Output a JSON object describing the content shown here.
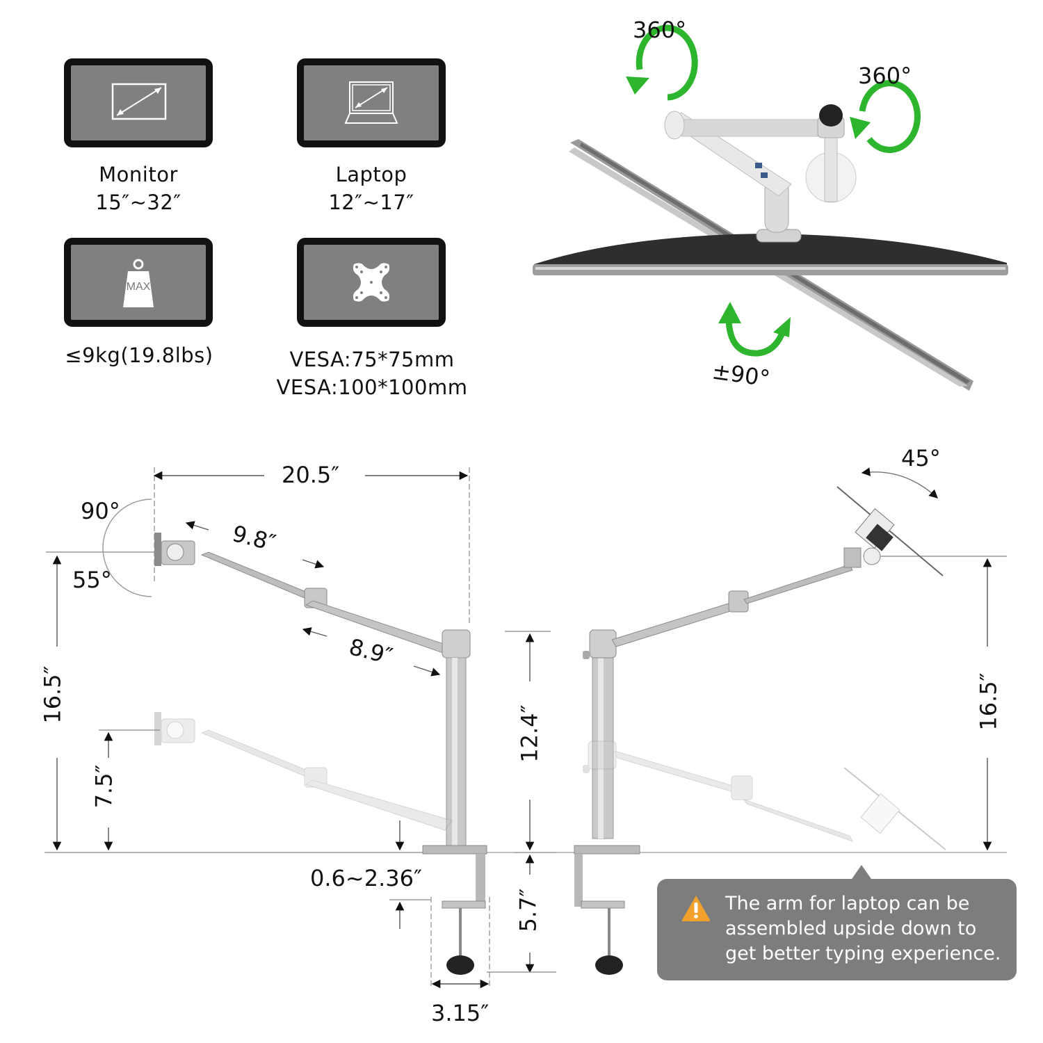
{
  "specs": {
    "monitor": {
      "icon": "monitor-diagonal-icon",
      "title": "Monitor",
      "range": "15″~32″"
    },
    "laptop": {
      "icon": "laptop-diagonal-icon",
      "title": "Laptop",
      "range": "12″~17″"
    },
    "weight": {
      "icon": "max-weight-icon",
      "icon_text": "MAX",
      "value": "≤9kg(19.8lbs)"
    },
    "vesa": {
      "icon": "vesa-plate-icon",
      "line1": "VESA:75*75mm",
      "line2": "VESA:100*100mm"
    }
  },
  "rotation": {
    "arm_swivel": "360°",
    "pole_swivel": "360°",
    "tilt": "±90°",
    "arrow_color": "#2db52d"
  },
  "monitor_side_view": {
    "total_reach": "20.5″",
    "tilt_up": "90°",
    "tilt_down": "55°",
    "arm1_length": "9.8″",
    "arm2_length": "8.9″",
    "max_height": "16.5″",
    "min_height": "7.5″",
    "pole_height": "12.4″",
    "desk_thickness": "0.6~2.36″",
    "clamp_height": "5.7″",
    "clamp_width": "3.15″"
  },
  "laptop_side_view": {
    "tray_tilt": "45°",
    "height_range": "16.5″"
  },
  "callout": {
    "icon": "warning-icon",
    "icon_color": "#f2a22c",
    "text": "The arm for laptop can be assembled upside down to get better typing experience."
  }
}
